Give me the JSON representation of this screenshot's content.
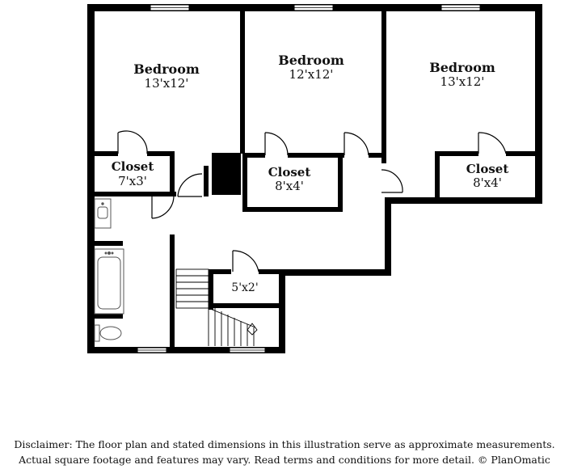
{
  "rooms": {
    "bedroom_left": {
      "name": "Bedroom",
      "size": "13'x12'"
    },
    "bedroom_center": {
      "name": "Bedroom",
      "size": "12'x12'"
    },
    "bedroom_right": {
      "name": "Bedroom",
      "size": "13'x12'"
    },
    "closet_left": {
      "name": "Closet",
      "size": "7'x3'"
    },
    "closet_center": {
      "name": "Closet",
      "size": "8'x4'"
    },
    "closet_right": {
      "name": "Closet",
      "size": "8'x4'"
    },
    "small_closet": {
      "size": "5'x2'"
    }
  },
  "disclaimer": {
    "line1": "Disclaimer: The floor plan and stated dimensions in this illustration serve as approximate measurements.",
    "line2": "Actual square footage and features may vary. Read terms and conditions for more detail. © PlanOmatic"
  },
  "colors": {
    "wall": "#000000",
    "background": "#ffffff",
    "fixture": "#666666"
  }
}
